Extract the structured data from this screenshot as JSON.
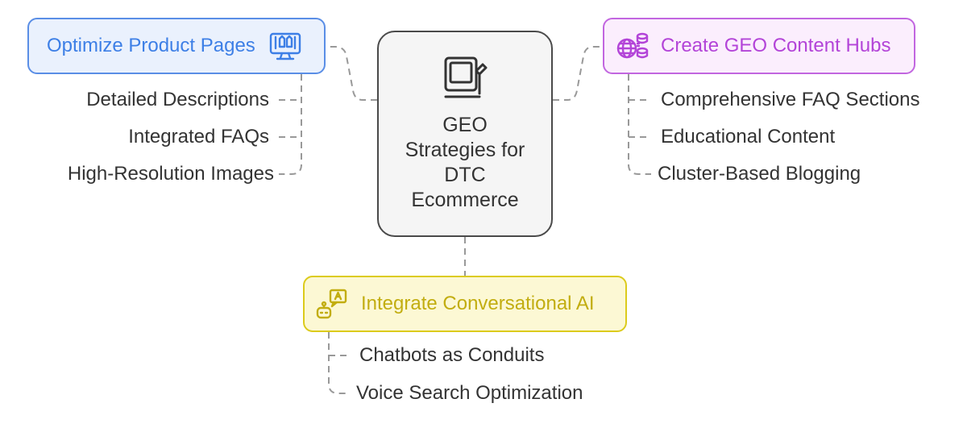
{
  "center": {
    "title": "GEO Strategies for DTC Ecommerce",
    "icon": "pen-tablet-icon",
    "border_color": "#4a4a4a"
  },
  "branches": {
    "product_pages": {
      "label": "Optimize Product Pages",
      "icon": "monitor-rocket-icon",
      "color": "#3d7fe6",
      "items": [
        "Detailed Descriptions",
        "Integrated FAQs",
        "High-Resolution Images"
      ]
    },
    "content_hubs": {
      "label": "Create GEO Content Hubs",
      "icon": "globe-database-icon",
      "color": "#b344d8",
      "items": [
        "Comprehensive FAQ Sections",
        "Educational Content",
        "Cluster-Based Blogging"
      ]
    },
    "conversational_ai": {
      "label": "Integrate Conversational AI",
      "icon": "chatbot-icon",
      "color": "#c2ad10",
      "items": [
        "Chatbots as Conduits",
        "Voice Search Optimization"
      ]
    }
  }
}
